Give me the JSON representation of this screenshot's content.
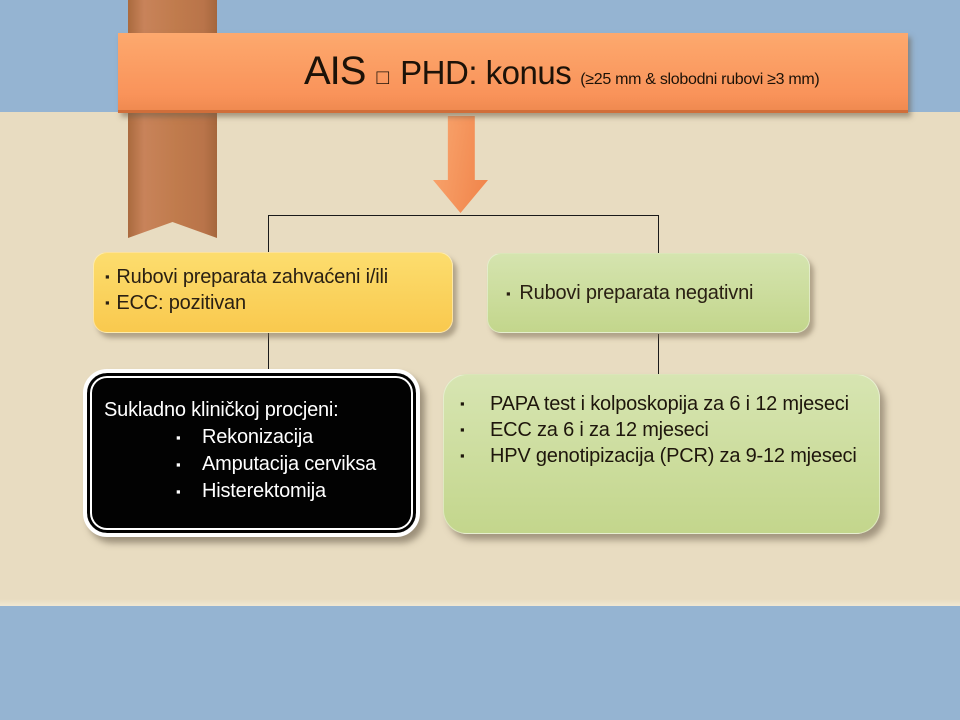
{
  "title": {
    "main": "AIS",
    "box_glyph": "□",
    "secondary": "PHD: konus",
    "note": "(≥25 mm & slobodni rubovi ≥3 mm)"
  },
  "bullet_glyph": "▪",
  "flow": {
    "yellow_box": {
      "bullets": [
        "Rubovi preparata zahvaćeni i/ili",
        "ECC: pozitivan"
      ]
    },
    "green_box": {
      "bullets": [
        "Rubovi preparata negativni"
      ]
    },
    "black_box": {
      "heading": "Sukladno kliničkoj procjeni:",
      "bullets": [
        "Rekonizacija",
        "Amputacija cerviksa",
        "Histerektomija"
      ]
    },
    "followup_box": {
      "bullets": [
        "PAPA test i kolposkopija za 6 i 12 mjeseci",
        "ECC za 6 i za 12 mjeseci",
        "HPV genotipizacija (PCR) za 9-12 mjeseci"
      ]
    }
  },
  "colors": {
    "band_blue": "#95b4d2",
    "band_beige": "#e8dcc1",
    "title_orange": "#f9935a",
    "ribbon_brown": "#c07b4c",
    "arrow_orange": "#f5965c",
    "yellow_box": "#fbd35c",
    "green_box": "#cbdc9b",
    "black_box": "#020202",
    "connector_line": "#1a1a1a"
  }
}
